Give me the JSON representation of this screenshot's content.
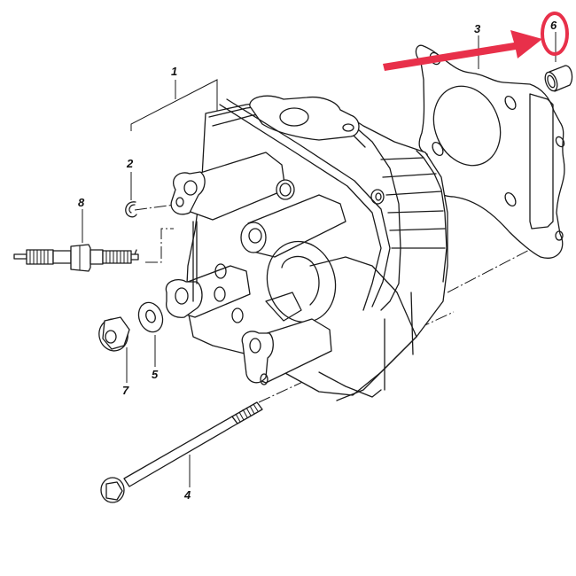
{
  "diagram": {
    "title": "",
    "type": "exploded-parts-diagram",
    "subject": "cylinder head assembly",
    "callouts": [
      {
        "id": "1",
        "label": "1",
        "part": "cylinder head assembly"
      },
      {
        "id": "2",
        "label": "2",
        "part": "clip / retaining ring"
      },
      {
        "id": "3",
        "label": "3",
        "part": "cylinder head gasket"
      },
      {
        "id": "4",
        "label": "4",
        "part": "long flange bolt"
      },
      {
        "id": "5",
        "label": "5",
        "part": "washer"
      },
      {
        "id": "6",
        "label": "6",
        "part": "dowel pin"
      },
      {
        "id": "7",
        "label": "7",
        "part": "flange nut"
      },
      {
        "id": "8",
        "label": "8",
        "part": "spark plug"
      }
    ],
    "annotation": {
      "type": "arrow-and-circle",
      "highlights": "6",
      "color": "#e8304a"
    }
  }
}
